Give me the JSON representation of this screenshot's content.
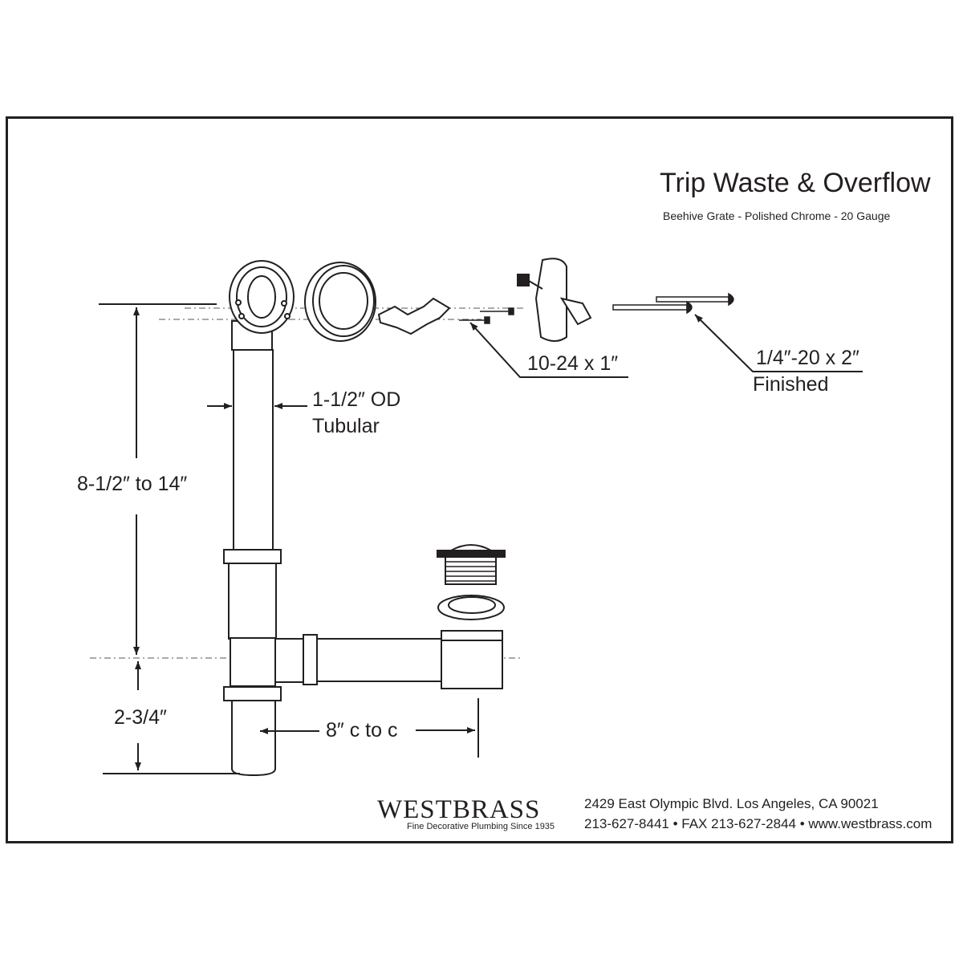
{
  "title": "Trip Waste & Overflow",
  "subtitle": "Beehive Grate - Polished Chrome - 20 Gauge",
  "labels": {
    "screw_small": "10-24 x 1″",
    "screw_large_line1": "1/4″-20 x 2″",
    "screw_large_line2": "Finished",
    "od_line1": "1-1/2″ OD",
    "od_line2": "Tubular",
    "height_range": "8-1/2″ to 14″",
    "drop": "2-3/4″",
    "center_to_center": "8″ c to c"
  },
  "footer": {
    "brand": "WESTBRASS",
    "tagline": "Fine Decorative Plumbing Since 1935",
    "address": "2429 East Olympic Blvd. Los Angeles, CA  90021",
    "contact": "213-627-8441 • FAX 213-627-2844 • www.westbrass.com"
  }
}
